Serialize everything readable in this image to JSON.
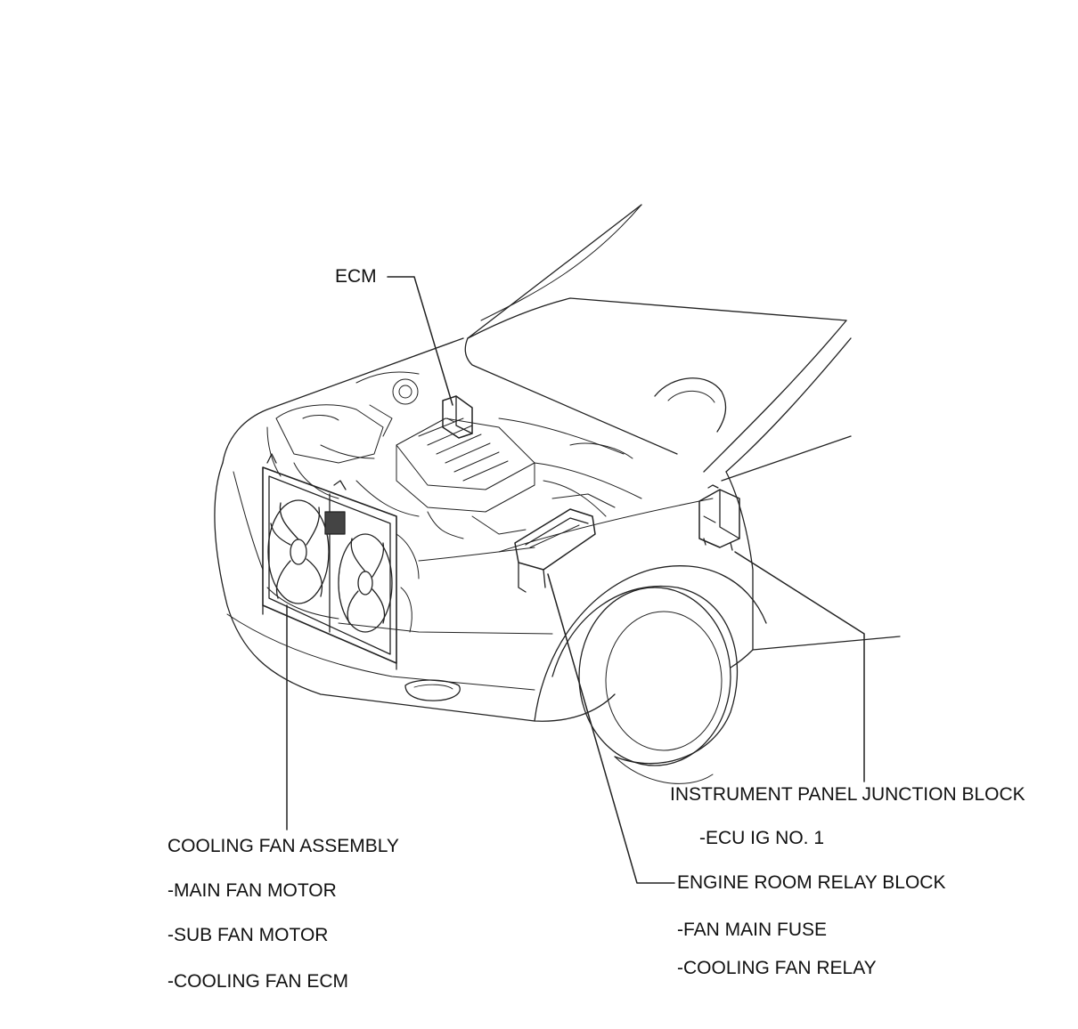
{
  "diagram": {
    "line_color": "#222222",
    "background": "#ffffff",
    "labels": {
      "ecm": "ECM",
      "instrument_panel_jb": "INSTRUMENT PANEL JUNCTION BLOCK",
      "ecu_ig_no1": "-ECU IG NO. 1",
      "engine_room_relay_block": "ENGINE ROOM RELAY BLOCK",
      "fan_main_fuse": "-FAN MAIN FUSE",
      "cooling_fan_relay": "-COOLING FAN RELAY",
      "cooling_fan_assembly": "COOLING FAN ASSEMBLY",
      "main_fan_motor": "-MAIN FAN MOTOR",
      "sub_fan_motor": "-SUB FAN MOTOR",
      "cooling_fan_ecm": "-COOLING FAN ECM"
    }
  }
}
